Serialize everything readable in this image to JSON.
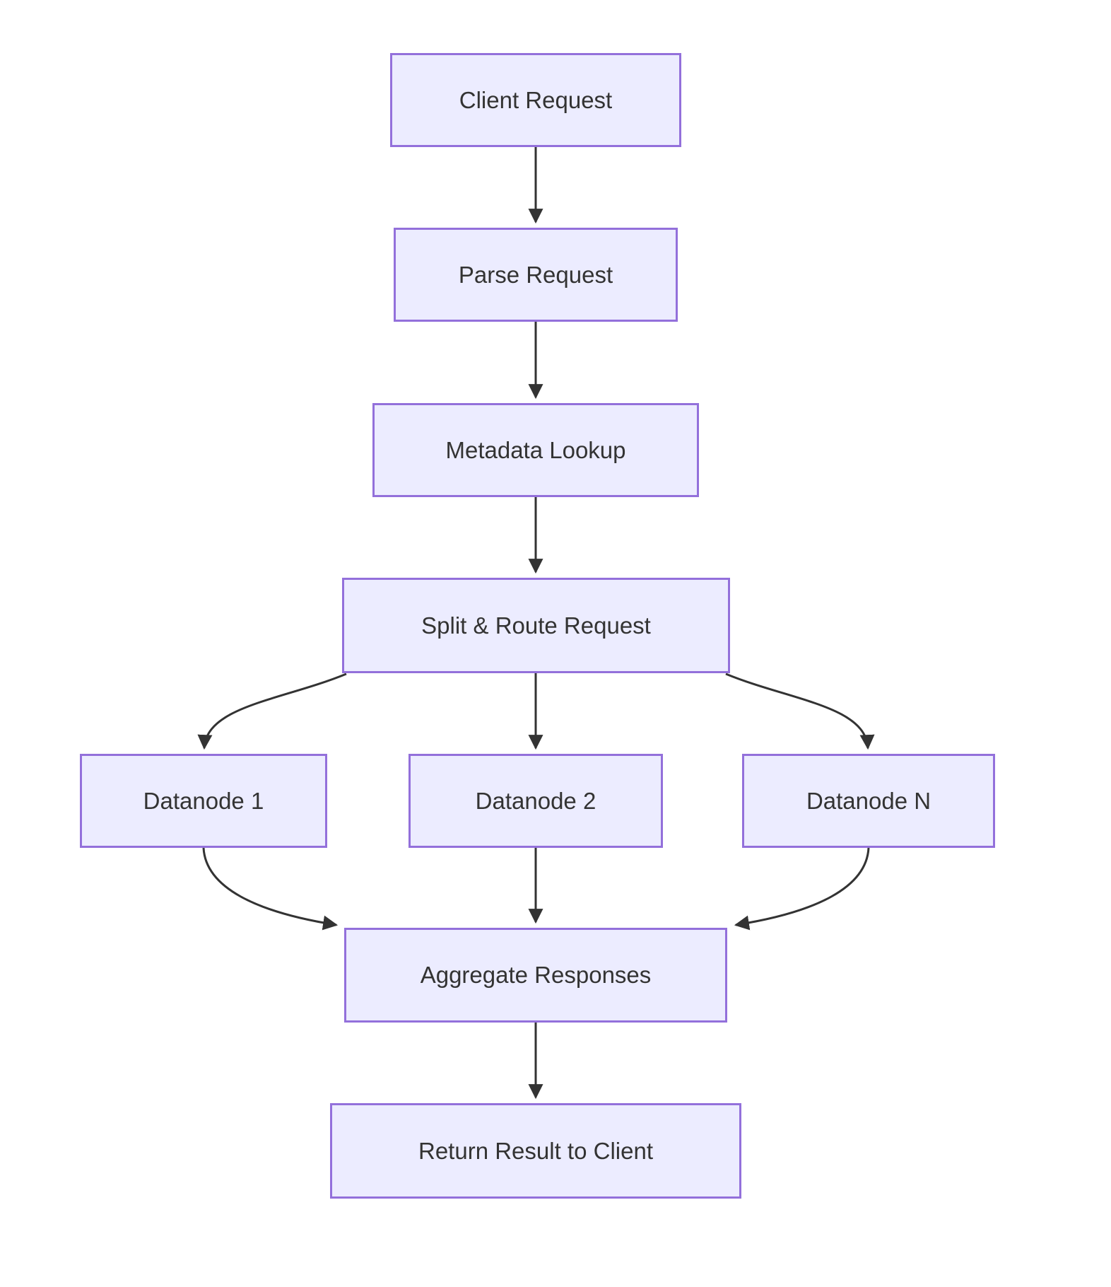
{
  "diagram": {
    "type": "flowchart",
    "direction": "top-down",
    "colors": {
      "background": "#FFFFFF",
      "node_fill": "#ECECFF",
      "node_border": "#9370DB",
      "text": "#333333",
      "edge": "#333333"
    },
    "nodes": [
      {
        "id": "client-request",
        "label": "Client Request"
      },
      {
        "id": "parse-request",
        "label": "Parse Request"
      },
      {
        "id": "metadata-lookup",
        "label": "Metadata Lookup"
      },
      {
        "id": "split-route-request",
        "label": "Split & Route Request"
      },
      {
        "id": "datanode-1",
        "label": "Datanode 1"
      },
      {
        "id": "datanode-2",
        "label": "Datanode 2"
      },
      {
        "id": "datanode-n",
        "label": "Datanode N"
      },
      {
        "id": "aggregate-responses",
        "label": "Aggregate Responses"
      },
      {
        "id": "return-result",
        "label": "Return Result to Client"
      }
    ],
    "edges": [
      {
        "from": "client-request",
        "to": "parse-request"
      },
      {
        "from": "parse-request",
        "to": "metadata-lookup"
      },
      {
        "from": "metadata-lookup",
        "to": "split-route-request"
      },
      {
        "from": "split-route-request",
        "to": "datanode-1"
      },
      {
        "from": "split-route-request",
        "to": "datanode-2"
      },
      {
        "from": "split-route-request",
        "to": "datanode-n"
      },
      {
        "from": "datanode-1",
        "to": "aggregate-responses"
      },
      {
        "from": "datanode-2",
        "to": "aggregate-responses"
      },
      {
        "from": "datanode-n",
        "to": "aggregate-responses"
      },
      {
        "from": "aggregate-responses",
        "to": "return-result"
      }
    ]
  }
}
